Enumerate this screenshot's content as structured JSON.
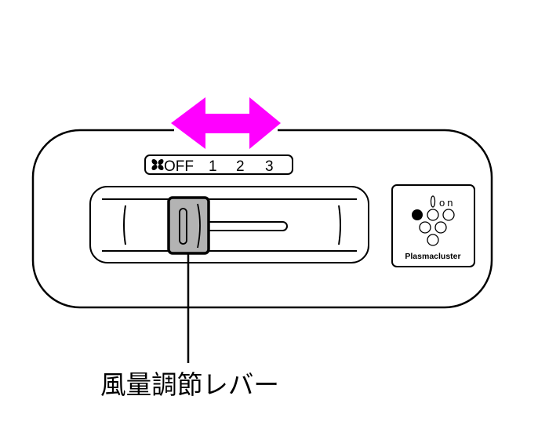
{
  "fan_scale": {
    "off": "OFF",
    "levels": [
      "1",
      "2",
      "3"
    ],
    "icon": "fan-icon"
  },
  "plasmacluster": {
    "ion_label": "on",
    "brand": "Plasmacluster"
  },
  "callout_label": "風量調節レバー",
  "colors": {
    "arrow": "#ff00ff",
    "knob": "#b3b3b3",
    "line": "#000000"
  }
}
